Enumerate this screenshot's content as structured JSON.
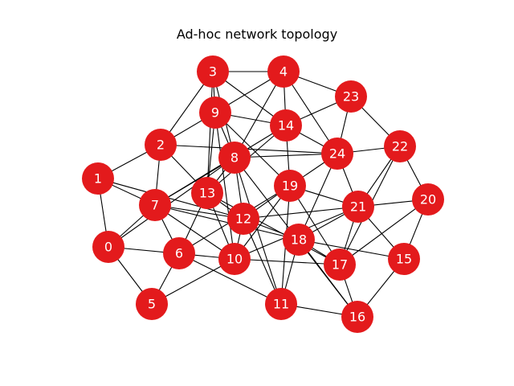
{
  "title": "Ad-hoc network topology",
  "colors": {
    "node": "#e31a1c",
    "edge": "#000000",
    "label": "#ffffff"
  },
  "nodes": [
    "0",
    "1",
    "2",
    "3",
    "4",
    "5",
    "6",
    "7",
    "8",
    "9",
    "10",
    "11",
    "12",
    "13",
    "14",
    "15",
    "16",
    "17",
    "18",
    "19",
    "20",
    "21",
    "22",
    "23",
    "24"
  ],
  "edges": [
    [
      0,
      1
    ],
    [
      0,
      5
    ],
    [
      0,
      7
    ],
    [
      0,
      10
    ],
    [
      0,
      8
    ],
    [
      1,
      2
    ],
    [
      1,
      7
    ],
    [
      1,
      12
    ],
    [
      2,
      3
    ],
    [
      2,
      9
    ],
    [
      2,
      7
    ],
    [
      2,
      13
    ],
    [
      2,
      24
    ],
    [
      3,
      4
    ],
    [
      3,
      9
    ],
    [
      3,
      8
    ],
    [
      3,
      14
    ],
    [
      3,
      13
    ],
    [
      4,
      9
    ],
    [
      4,
      14
    ],
    [
      4,
      8
    ],
    [
      4,
      24
    ],
    [
      4,
      23
    ],
    [
      5,
      6
    ],
    [
      5,
      10
    ],
    [
      6,
      7
    ],
    [
      6,
      19
    ],
    [
      6,
      11
    ],
    [
      6,
      13
    ],
    [
      7,
      8
    ],
    [
      7,
      14
    ],
    [
      7,
      12
    ],
    [
      7,
      10
    ],
    [
      7,
      18
    ],
    [
      8,
      9
    ],
    [
      8,
      24
    ],
    [
      8,
      12
    ],
    [
      8,
      16
    ],
    [
      8,
      11
    ],
    [
      8,
      13
    ],
    [
      9,
      14
    ],
    [
      9,
      10
    ],
    [
      9,
      19
    ],
    [
      9,
      13
    ],
    [
      10,
      12
    ],
    [
      10,
      13
    ],
    [
      10,
      17
    ],
    [
      10,
      21
    ],
    [
      10,
      19
    ],
    [
      11,
      12
    ],
    [
      11,
      18
    ],
    [
      11,
      16
    ],
    [
      11,
      19
    ],
    [
      12,
      13
    ],
    [
      12,
      18
    ],
    [
      12,
      21
    ],
    [
      12,
      19
    ],
    [
      13,
      14
    ],
    [
      13,
      17
    ],
    [
      14,
      19
    ],
    [
      14,
      23
    ],
    [
      14,
      24
    ],
    [
      15,
      20
    ],
    [
      15,
      16
    ],
    [
      15,
      21
    ],
    [
      15,
      18
    ],
    [
      17,
      18
    ],
    [
      17,
      19
    ],
    [
      17,
      20
    ],
    [
      17,
      21
    ],
    [
      18,
      21
    ],
    [
      18,
      24
    ],
    [
      18,
      16
    ],
    [
      19,
      21
    ],
    [
      19,
      24
    ],
    [
      20,
      21
    ],
    [
      20,
      22
    ],
    [
      21,
      24
    ],
    [
      21,
      22
    ],
    [
      22,
      23
    ],
    [
      22,
      24
    ],
    [
      22,
      17
    ],
    [
      23,
      24
    ],
    [
      16,
      17
    ]
  ]
}
